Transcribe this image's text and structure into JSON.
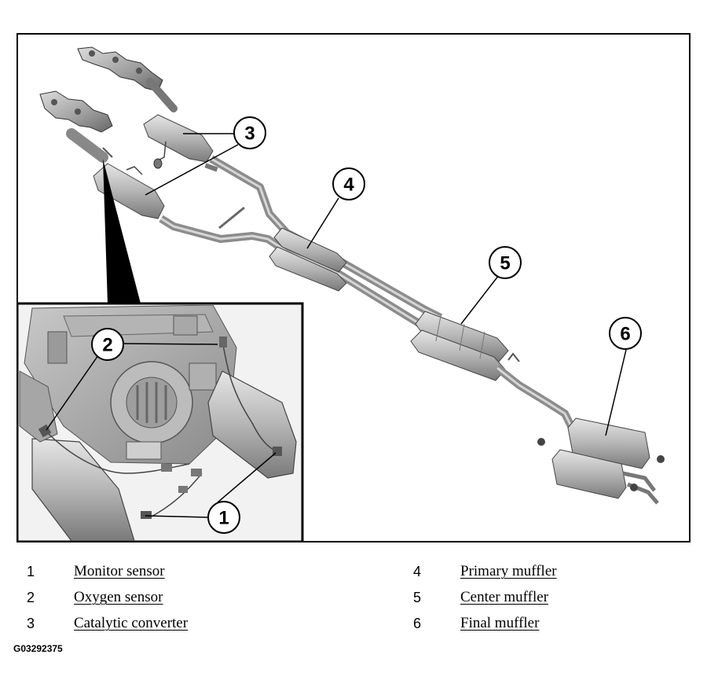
{
  "callouts": {
    "c1": "1",
    "c2": "2",
    "c3": "3",
    "c4": "4",
    "c5": "5",
    "c6": "6"
  },
  "legend": [
    {
      "number": "1",
      "label": "Monitor sensor"
    },
    {
      "number": "2",
      "label": "Oxygen sensor"
    },
    {
      "number": "3",
      "label": "Catalytic converter"
    },
    {
      "number": "4",
      "label": "Primary muffler"
    },
    {
      "number": "5",
      "label": "Center muffler"
    },
    {
      "number": "6",
      "label": "Final muffler"
    }
  ],
  "figure_code": "G03292375",
  "icons": {
    "illustration": "exhaust-system-illustration",
    "inset": "engine-detail-inset"
  },
  "colors": {
    "line": "#000000",
    "metal_light": "#d4d4d4",
    "metal_mid": "#a8a8a8",
    "metal_dark": "#6e6e6e"
  }
}
